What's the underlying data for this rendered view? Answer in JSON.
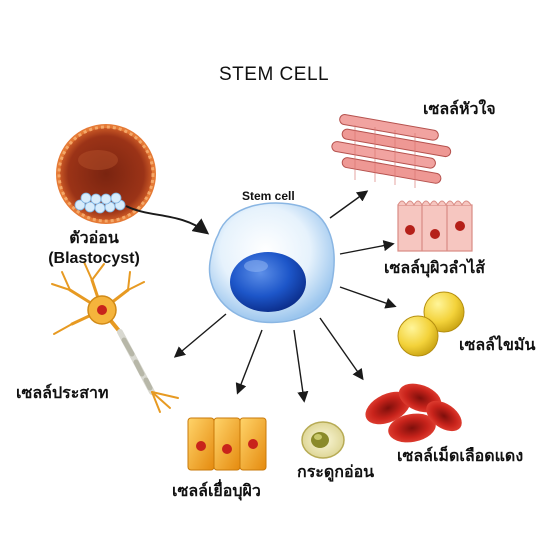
{
  "title": "STEM CELL",
  "center_label": "Stem cell",
  "blastocyst": {
    "line1": "ตัวอ่อน",
    "line2": "(Blastocyst)"
  },
  "targets": {
    "heart": "เซลล์หัวใจ",
    "intestine": "เซลล์บุผิวลำไส้",
    "fat": "เซลล์ไขมัน",
    "blood": "เซลล์เม็ดเลือดแดง",
    "cartilage": "กระดูกอ่อน",
    "epithelium": "เซลล์เยื่อบุผิว",
    "neuron": "เซลล์ประสาท"
  },
  "colors": {
    "stem_nucleus": "#1d56c9",
    "stem_cytoplasm": "#dfeefb",
    "blastocyst": "#c1441c",
    "heart_muscle": "#f1a3a0",
    "intestine": "#f6c6c0",
    "fat": "#f3d23a",
    "blood": "#c8231b",
    "epithelium": "#f1a91b",
    "cartilage": "#ece6a5",
    "neuron": "#f5b43c",
    "arrow": "#1a1a1a"
  }
}
